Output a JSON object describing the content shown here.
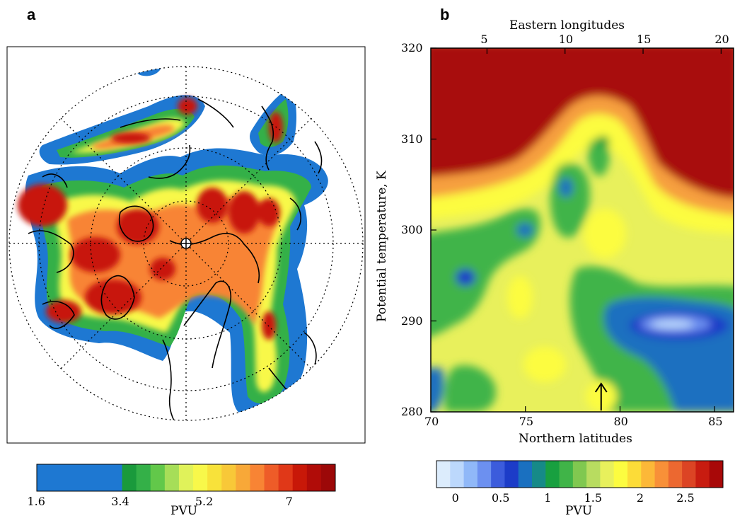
{
  "figure": {
    "panel_a_label": "a",
    "panel_b_label": "b"
  },
  "colors": {
    "pv_a_scale": [
      "#1e78d2",
      "#1e78d2",
      "#1e78d2",
      "#1e78d2",
      "#1e78d2",
      "#1e78d2",
      "#1a9a3c",
      "#34b048",
      "#62c84a",
      "#a6de58",
      "#e0f25a",
      "#f8f84a",
      "#f8e23a",
      "#f8c838",
      "#f8a838",
      "#f88434",
      "#ee5c28",
      "#e03818",
      "#c81808",
      "#b00c08",
      "#9c0808"
    ],
    "pv_b_scale": [
      "#dcecfc",
      "#bcd8fc",
      "#90b8f8",
      "#6c90f0",
      "#3c5cdc",
      "#1c3cc8",
      "#1a70c0",
      "#168a88",
      "#18a040",
      "#40b448",
      "#80c850",
      "#b8dc60",
      "#e8f05c",
      "#fcfc40",
      "#fcdc38",
      "#fcb838",
      "#f89038",
      "#ec6830",
      "#dc4424",
      "#c81c10",
      "#a80808"
    ]
  },
  "chart_data": [
    {
      "type": "heatmap",
      "panel": "a",
      "colorbar": {
        "ticks": [
          1.6,
          3.4,
          5.2,
          7
        ],
        "tick_labels": [
          "1.6",
          "3.4",
          "5.2",
          "7"
        ],
        "range": [
          1.6,
          8.0
        ],
        "label": "PVU"
      }
    },
    {
      "type": "heatmap",
      "panel": "b",
      "xlabel": "Northern latitudes",
      "x2label": "Eastern longitudes",
      "ylabel": "Potential temperature, K",
      "xlim": [
        70,
        86
      ],
      "ylim": [
        280,
        320
      ],
      "x_ticks": [
        70,
        75,
        80,
        85
      ],
      "x_tick_labels": [
        "70",
        "75",
        "80",
        "85"
      ],
      "x2_ticks": [
        5,
        10,
        15,
        20
      ],
      "x2_tick_labels": [
        "5",
        "10",
        "15",
        "20"
      ],
      "y_ticks": [
        280,
        290,
        300,
        310,
        320
      ],
      "y_tick_labels": [
        "280",
        "290",
        "300",
        "310",
        "320"
      ],
      "arrow_marker_x": 79,
      "colorbar": {
        "ticks": [
          0,
          0.5,
          1,
          1.5,
          2,
          2.5
        ],
        "tick_labels": [
          "0",
          "0.5",
          "1",
          "1.5",
          "2",
          "2.5"
        ],
        "range": [
          -0.2,
          2.9
        ],
        "label": "PVU"
      }
    }
  ]
}
